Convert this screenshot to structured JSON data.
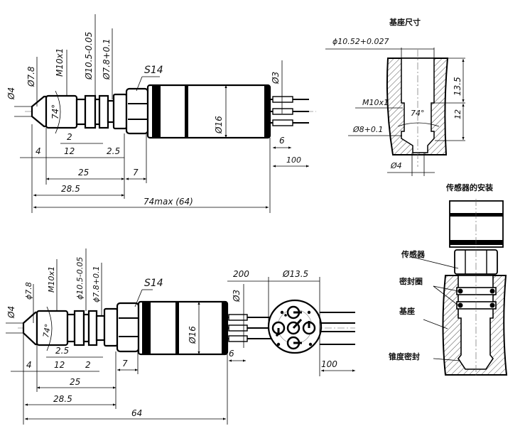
{
  "top_view": {
    "dims": {
      "d4": "Ø4",
      "d78": "Ø7.8",
      "m10": "M10x1",
      "d105": "Ø10.5-0.05",
      "d78p": "Ø7.8+0.1",
      "angle": "74°",
      "two": "2",
      "four": "4",
      "twelve": "12",
      "two5": "2.5",
      "twentyfive": "25",
      "seven": "7",
      "len285": "28.5",
      "total": "74max (64)",
      "s14": "S14",
      "d16": "Ø16",
      "d3": "Ø3",
      "six": "6",
      "hundred": "100"
    }
  },
  "seat": {
    "title": "基座尺寸",
    "d1052": "ϕ10.52+0.027",
    "h135": "13.5",
    "h12": "12",
    "m10": "M10x1",
    "d8": "Ø8+0.1",
    "d4": "Ø4",
    "angle": "74°"
  },
  "install": {
    "title": "传感器的安装",
    "labels": [
      "传感器",
      "密封圈",
      "基座",
      "锥度密封"
    ]
  },
  "bottom_view": {
    "dims": {
      "d4": "Ø4",
      "d78": "ϕ7.8",
      "m10": "M10x1",
      "d105": "ϕ10.5-0.05",
      "d78p": "ϕ7.8+0.1",
      "angle": "74°",
      "two5": "2.5",
      "twelve": "12",
      "two": "2",
      "four": "4",
      "seven": "7",
      "twentyfive": "25",
      "len285": "28.5",
      "total": "64",
      "s14": "S14",
      "l200": "200",
      "d135": "Ø13.5",
      "d3": "Ø3",
      "d16": "Ø16",
      "six": "6",
      "hundred": "100"
    }
  }
}
